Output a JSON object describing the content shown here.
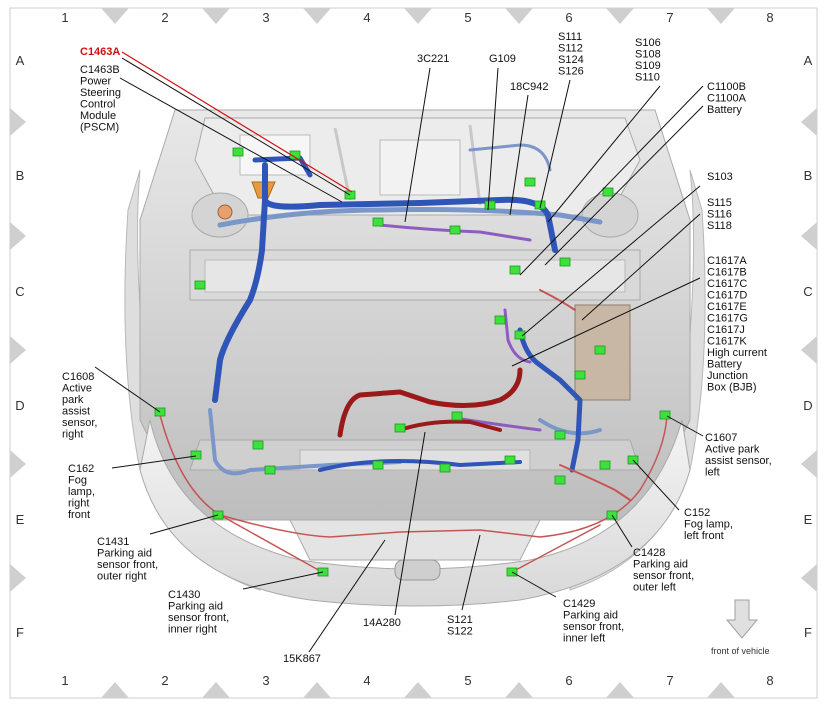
{
  "grid": {
    "columns": [
      "1",
      "2",
      "3",
      "4",
      "5",
      "6",
      "7",
      "8"
    ],
    "rows": [
      "A",
      "B",
      "C",
      "D",
      "E",
      "F"
    ]
  },
  "labels": {
    "c1463a": "C1463A",
    "c1463b": [
      "C1463B",
      "Power",
      "Steering",
      "Control",
      "Module",
      "(PSCM)"
    ],
    "c3c221": "3C221",
    "g109": "G109",
    "c18c942": "18C942",
    "s111": [
      "S111",
      "S112",
      "S124",
      "S126"
    ],
    "s106": [
      "S106",
      "S108",
      "S109",
      "S110"
    ],
    "c1100": [
      "C1100B",
      "C1100A",
      "Battery"
    ],
    "s103": "S103",
    "s115": [
      "S115",
      "S116",
      "S118"
    ],
    "c1617": [
      "C1617A",
      "C1617B",
      "C1617C",
      "C1617D",
      "C1617E",
      "C1617G",
      "C1617J",
      "C1617K",
      "High current",
      "Battery",
      "Junction",
      "Box (BJB)"
    ],
    "c1608": [
      "C1608",
      "Active",
      "park",
      "assist",
      "sensor,",
      "right"
    ],
    "c162": [
      "C162",
      "Fog",
      "lamp,",
      "right",
      "front"
    ],
    "c1431": [
      "C1431",
      "Parking aid",
      "sensor front,",
      "outer right"
    ],
    "c1430": [
      "C1430",
      "Parking aid",
      "sensor front,",
      "inner right"
    ],
    "c15k867": "15K867",
    "c14a280": "14A280",
    "s121": [
      "S121",
      "S122"
    ],
    "c1429": [
      "C1429",
      "Parking aid",
      "sensor front,",
      "inner left"
    ],
    "c1428": [
      "C1428",
      "Parking aid",
      "sensor front,",
      "outer left"
    ],
    "c152": [
      "C152",
      "Fog lamp,",
      "left front"
    ],
    "c1607": [
      "C1607",
      "Active park",
      "assist sensor,",
      "left"
    ]
  },
  "front_indicator": "front of vehicle",
  "colors": {
    "harness_blue": "#2f55b8",
    "harness_blue_light": "#7b96c8",
    "harness_red": "#9a1a1a",
    "harness_purple": "#8e5cc0",
    "connector_green": "#3ee03e",
    "highlight_red": "#d01010"
  }
}
